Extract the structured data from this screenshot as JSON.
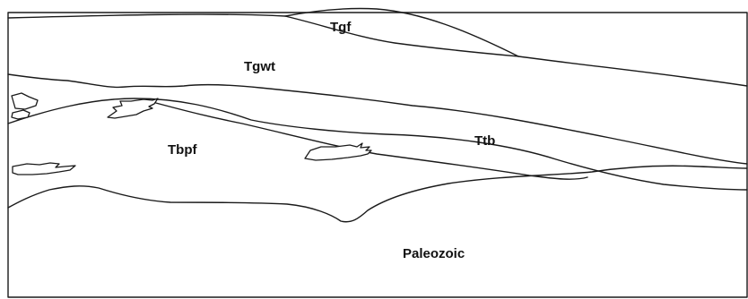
{
  "units": {
    "tgf": "Tgf",
    "tgwt": "Tgwt",
    "tbpf": "Tbpf",
    "ttb": "Ttb",
    "paleozoic": "Paleozoic"
  }
}
